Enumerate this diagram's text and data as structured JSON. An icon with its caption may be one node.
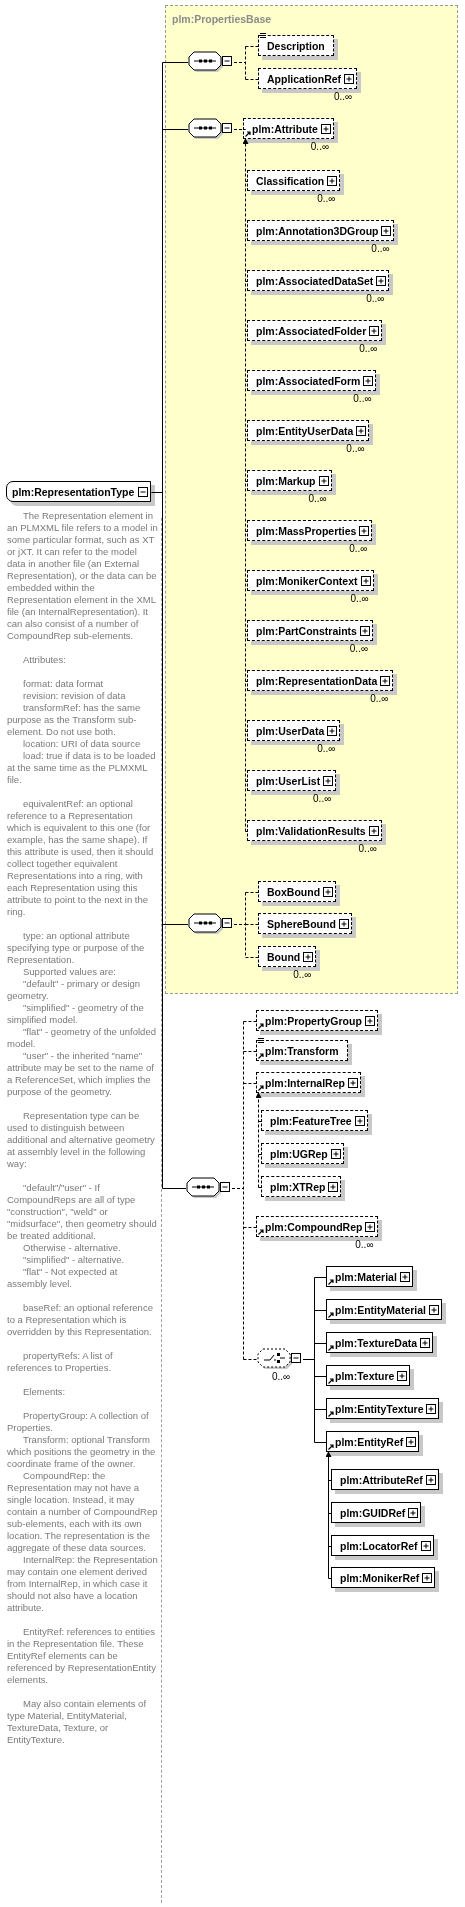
{
  "diagram": {
    "nodes": [
      {
        "text": [
          "plm:RepresentationType"
        ],
        "beside": [
          "The Representation element in an PLMXML file refers to a model in some particular format, such as XT or jXT. It can refer to the model data in another file (an External Representation), or the data can be embedded within the Representation element in the XML file (an InternalRepresentation). It can also consist of a number of CompoundRep sub-elements.",
          "Attributes:",
          "format: data format",
          "revision: revision of data",
          "transformRef: has the same purpose as the Transform sub-element. Do not use both.",
          "location: URI of data source",
          "load: true if data is to be loaded at the same time as the PLMXML file.",
          "equivalentRef: an optional reference to a Representation which is equivalent to this one (for example, has the same shape). If this attribute is used, then it should collect together equivalent Representations into a ring, with each Representation using this attribute to point to the next in the ring.",
          "type: an optional attribute specifying type or purpose of the Representation.",
          "Supported values are:",
          "\"default\" - primary or design geometry.",
          "\"simplified\" - geometry of the simplified model.",
          "\"flat\" - geometry of the unfolded model.",
          "\"user\" - the inherited \"name\" attribute may be set to the name of a ReferenceSet, which implies the purpose of the geometry.",
          "Representation type can be used to distinguish between additional and alternative geometry at assembly level in the following way:",
          "\"default\"/\"user\" - If CompoundReps are all of type \"construction\", \"weld\" or \"midsurface\", then geometry should be treated additional.",
          "Otherwise - alternative.",
          "\"simplified\" - alternative.",
          "\"flat\" - Not expected at assembly level.",
          "baseRef: an optional reference to a Representation which is overridden by this Representation.",
          "propertyRefs: A list of references to Properties.",
          "Elements:",
          "PropertyGroup: A collection of Properties.",
          "Transform: optional Transform which positions the geometry in the coordinate frame of the owner.",
          "CompoundRep: the Representation may not have a single location. Instead, it may contain a number of CompoundRep sub-elements, each with its own location. The representation is the aggregate of these data sources.",
          "InternalRep: the Representation may contain one element derived from InternalRep, in which case it should not also have a location attribute.",
          "EntityRef: references to entities in the Representation file. These EntityRef elements can be referenced by RepresentationEntity elements.",
          "May also contain elements of type Material, EntityMaterial, TextureData, Texture, or EntityTexture."
        ]
      },
      {
        "text": [
          "plm:PropertiesBase"
        ]
      },
      {
        "text": [],
        "shape": "octagon",
        "in": 1
      },
      {
        "text": [
          "Description"
        ],
        "in": 1
      },
      {
        "text": [
          "ApplicationRef"
        ],
        "beside": [
          "0..∞"
        ],
        "in": 1
      },
      {
        "text": [],
        "shape": "octagon",
        "in": 1
      },
      {
        "text": [
          "plm:Attribute"
        ],
        "beside": [
          "0..∞"
        ],
        "in": 1
      },
      {
        "text": [
          "Classification"
        ],
        "beside": [
          "0..∞"
        ],
        "in": 1
      },
      {
        "text": [
          "plm:Annotation3DGroup"
        ],
        "beside": [
          "0..∞"
        ],
        "in": 1
      },
      {
        "text": [
          "plm:AssociatedDataSet"
        ],
        "beside": [
          "0..∞"
        ],
        "in": 1
      },
      {
        "text": [
          "plm:AssociatedFolder"
        ],
        "beside": [
          "0..∞"
        ],
        "in": 1
      },
      {
        "text": [
          "plm:AssociatedForm"
        ],
        "beside": [
          "0..∞"
        ],
        "in": 1
      },
      {
        "text": [
          "plm:EntityUserData"
        ],
        "beside": [
          "0..∞"
        ],
        "in": 1
      },
      {
        "text": [
          "plm:Markup"
        ],
        "beside": [
          "0..∞"
        ],
        "in": 1
      },
      {
        "text": [
          "plm:MassProperties"
        ],
        "beside": [
          "0..∞"
        ],
        "in": 1
      },
      {
        "text": [
          "plm:MonikerContext"
        ],
        "beside": [
          "0..∞"
        ],
        "in": 1
      },
      {
        "text": [
          "plm:PartConstraints"
        ],
        "beside": [
          "0..∞"
        ],
        "in": 1
      },
      {
        "text": [
          "plm:RepresentationData"
        ],
        "beside": [
          "0..∞"
        ],
        "in": 1
      },
      {
        "text": [
          "plm:UserData"
        ],
        "beside": [
          "0..∞"
        ],
        "in": 1
      },
      {
        "text": [
          "plm:UserList"
        ],
        "beside": [
          "0..∞"
        ],
        "in": 1
      },
      {
        "text": [
          "plm:ValidationResults"
        ],
        "beside": [
          "0..∞"
        ],
        "in": 1
      },
      {
        "text": [],
        "shape": "octagon",
        "in": 1
      },
      {
        "text": [
          "BoxBound"
        ],
        "in": 1
      },
      {
        "text": [
          "SphereBound"
        ],
        "in": 1
      },
      {
        "text": [
          "Bound"
        ],
        "beside": [
          "0..∞"
        ],
        "in": 1
      },
      {
        "text": [],
        "shape": "octagon"
      },
      {
        "text": [
          "plm:PropertyGroup"
        ]
      },
      {
        "text": [
          "plm:Transform"
        ]
      },
      {
        "text": [
          "plm:InternalRep"
        ]
      },
      {
        "text": [
          "plm:FeatureTree"
        ]
      },
      {
        "text": [
          "plm:UGRep"
        ]
      },
      {
        "text": [
          "plm:XTRep"
        ]
      },
      {
        "text": [
          "plm:CompoundRep"
        ],
        "beside": [
          "0..∞"
        ]
      },
      {
        "text": [],
        "shape": "octagon",
        "beside": [
          "0..∞"
        ]
      },
      {
        "text": [
          "plm:Material"
        ]
      },
      {
        "text": [
          "plm:EntityMaterial"
        ]
      },
      {
        "text": [
          "plm:TextureData"
        ]
      },
      {
        "text": [
          "plm:Texture"
        ]
      },
      {
        "text": [
          "plm:EntityTexture"
        ]
      },
      {
        "text": [
          "plm:EntityRef"
        ]
      },
      {
        "text": [
          "plm:AttributeRef"
        ]
      },
      {
        "text": [
          "plm:GUIDRef"
        ]
      },
      {
        "text": [
          "plm:LocatorRef"
        ]
      },
      {
        "text": [
          "plm:MonikerRef"
        ]
      }
    ],
    "edges": [
      {
        "from": 0,
        "to": 2,
        "arrow": "none"
      },
      {
        "from": 0,
        "to": 5,
        "arrow": "none"
      },
      {
        "from": 0,
        "to": 21,
        "arrow": "none"
      },
      {
        "from": 0,
        "to": 25,
        "arrow": "none"
      },
      {
        "from": 2,
        "to": 3,
        "arrow": "none",
        "style": "dashed"
      },
      {
        "from": 2,
        "to": 4,
        "arrow": "none",
        "style": "dashed"
      },
      {
        "from": 5,
        "to": 6,
        "arrow": "none",
        "style": "dashed"
      },
      {
        "from": 7,
        "to": 6,
        "arrow": "to",
        "style": "dashed"
      },
      {
        "from": 8,
        "to": 6,
        "arrow": "to",
        "style": "dashed"
      },
      {
        "from": 9,
        "to": 6,
        "arrow": "to",
        "style": "dashed"
      },
      {
        "from": 10,
        "to": 6,
        "arrow": "to",
        "style": "dashed"
      },
      {
        "from": 11,
        "to": 6,
        "arrow": "to",
        "style": "dashed"
      },
      {
        "from": 12,
        "to": 6,
        "arrow": "to",
        "style": "dashed"
      },
      {
        "from": 13,
        "to": 6,
        "arrow": "to",
        "style": "dashed"
      },
      {
        "from": 14,
        "to": 6,
        "arrow": "to",
        "style": "dashed"
      },
      {
        "from": 15,
        "to": 6,
        "arrow": "to",
        "style": "dashed"
      },
      {
        "from": 16,
        "to": 6,
        "arrow": "to",
        "style": "dashed"
      },
      {
        "from": 17,
        "to": 6,
        "arrow": "to",
        "style": "dashed"
      },
      {
        "from": 18,
        "to": 6,
        "arrow": "to",
        "style": "dashed"
      },
      {
        "from": 19,
        "to": 6,
        "arrow": "to",
        "style": "dashed"
      },
      {
        "from": 20,
        "to": 6,
        "arrow": "to",
        "style": "dashed"
      },
      {
        "from": 21,
        "to": 22,
        "arrow": "none",
        "style": "dashed"
      },
      {
        "from": 21,
        "to": 23,
        "arrow": "none",
        "style": "dashed"
      },
      {
        "from": 21,
        "to": 24,
        "arrow": "none",
        "style": "dashed"
      },
      {
        "from": 25,
        "to": 26,
        "arrow": "none",
        "style": "dashed"
      },
      {
        "from": 25,
        "to": 27,
        "arrow": "none",
        "style": "dashed"
      },
      {
        "from": 25,
        "to": 28,
        "arrow": "none",
        "style": "dashed"
      },
      {
        "from": 29,
        "to": 28,
        "arrow": "to",
        "style": "dashed"
      },
      {
        "from": 30,
        "to": 28,
        "arrow": "to",
        "style": "dashed"
      },
      {
        "from": 31,
        "to": 28,
        "arrow": "to",
        "style": "dashed"
      },
      {
        "from": 25,
        "to": 32,
        "arrow": "none",
        "style": "dashed"
      },
      {
        "from": 25,
        "to": 33,
        "arrow": "none",
        "style": "dashed"
      },
      {
        "from": 33,
        "to": 34,
        "arrow": "none"
      },
      {
        "from": 33,
        "to": 35,
        "arrow": "none"
      },
      {
        "from": 33,
        "to": 36,
        "arrow": "none"
      },
      {
        "from": 33,
        "to": 37,
        "arrow": "none"
      },
      {
        "from": 33,
        "to": 38,
        "arrow": "none"
      },
      {
        "from": 33,
        "to": 39,
        "arrow": "none"
      },
      {
        "from": 40,
        "to": 39,
        "arrow": "to"
      },
      {
        "from": 41,
        "to": 39,
        "arrow": "to"
      },
      {
        "from": 42,
        "to": 39,
        "arrow": "to"
      },
      {
        "from": 43,
        "to": 39,
        "arrow": "to"
      }
    ]
  }
}
